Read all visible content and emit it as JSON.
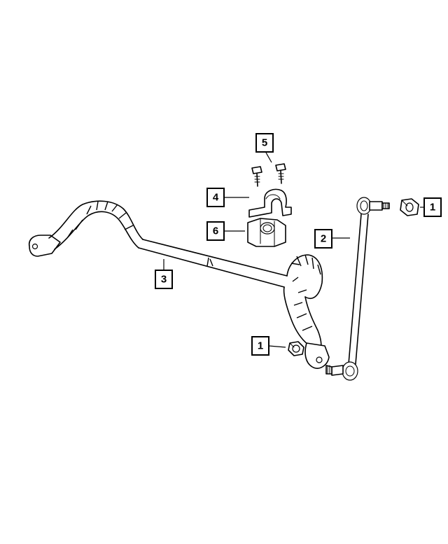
{
  "callouts": [
    {
      "id": "callout-1-top",
      "label": "1",
      "part": "nut"
    },
    {
      "id": "callout-2",
      "label": "2",
      "part": "stabilizer-link"
    },
    {
      "id": "callout-3",
      "label": "3",
      "part": "stabilizer-bar"
    },
    {
      "id": "callout-4",
      "label": "4",
      "part": "bushing-retainer"
    },
    {
      "id": "callout-5",
      "label": "5",
      "part": "bolt"
    },
    {
      "id": "callout-6",
      "label": "6",
      "part": "bushing"
    },
    {
      "id": "callout-1-bottom",
      "label": "1",
      "part": "nut"
    }
  ]
}
